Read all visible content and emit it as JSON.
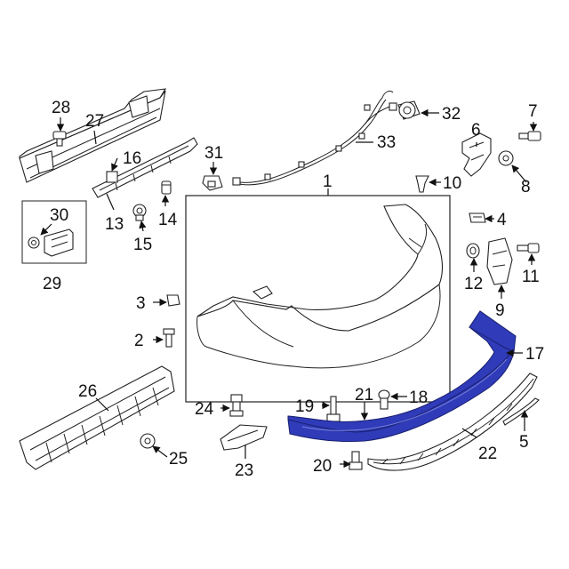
{
  "diagram": {
    "highlight_color": "#2f3bb8",
    "line_color": "#222222",
    "background": "#ffffff",
    "callouts": [
      "1",
      "2",
      "3",
      "4",
      "5",
      "6",
      "7",
      "8",
      "9",
      "10",
      "11",
      "12",
      "13",
      "14",
      "15",
      "16",
      "17",
      "18",
      "19",
      "20",
      "21",
      "22",
      "23",
      "24",
      "25",
      "26",
      "27",
      "28",
      "29",
      "30",
      "31",
      "32",
      "33"
    ],
    "highlighted_parts": [
      "17"
    ]
  }
}
